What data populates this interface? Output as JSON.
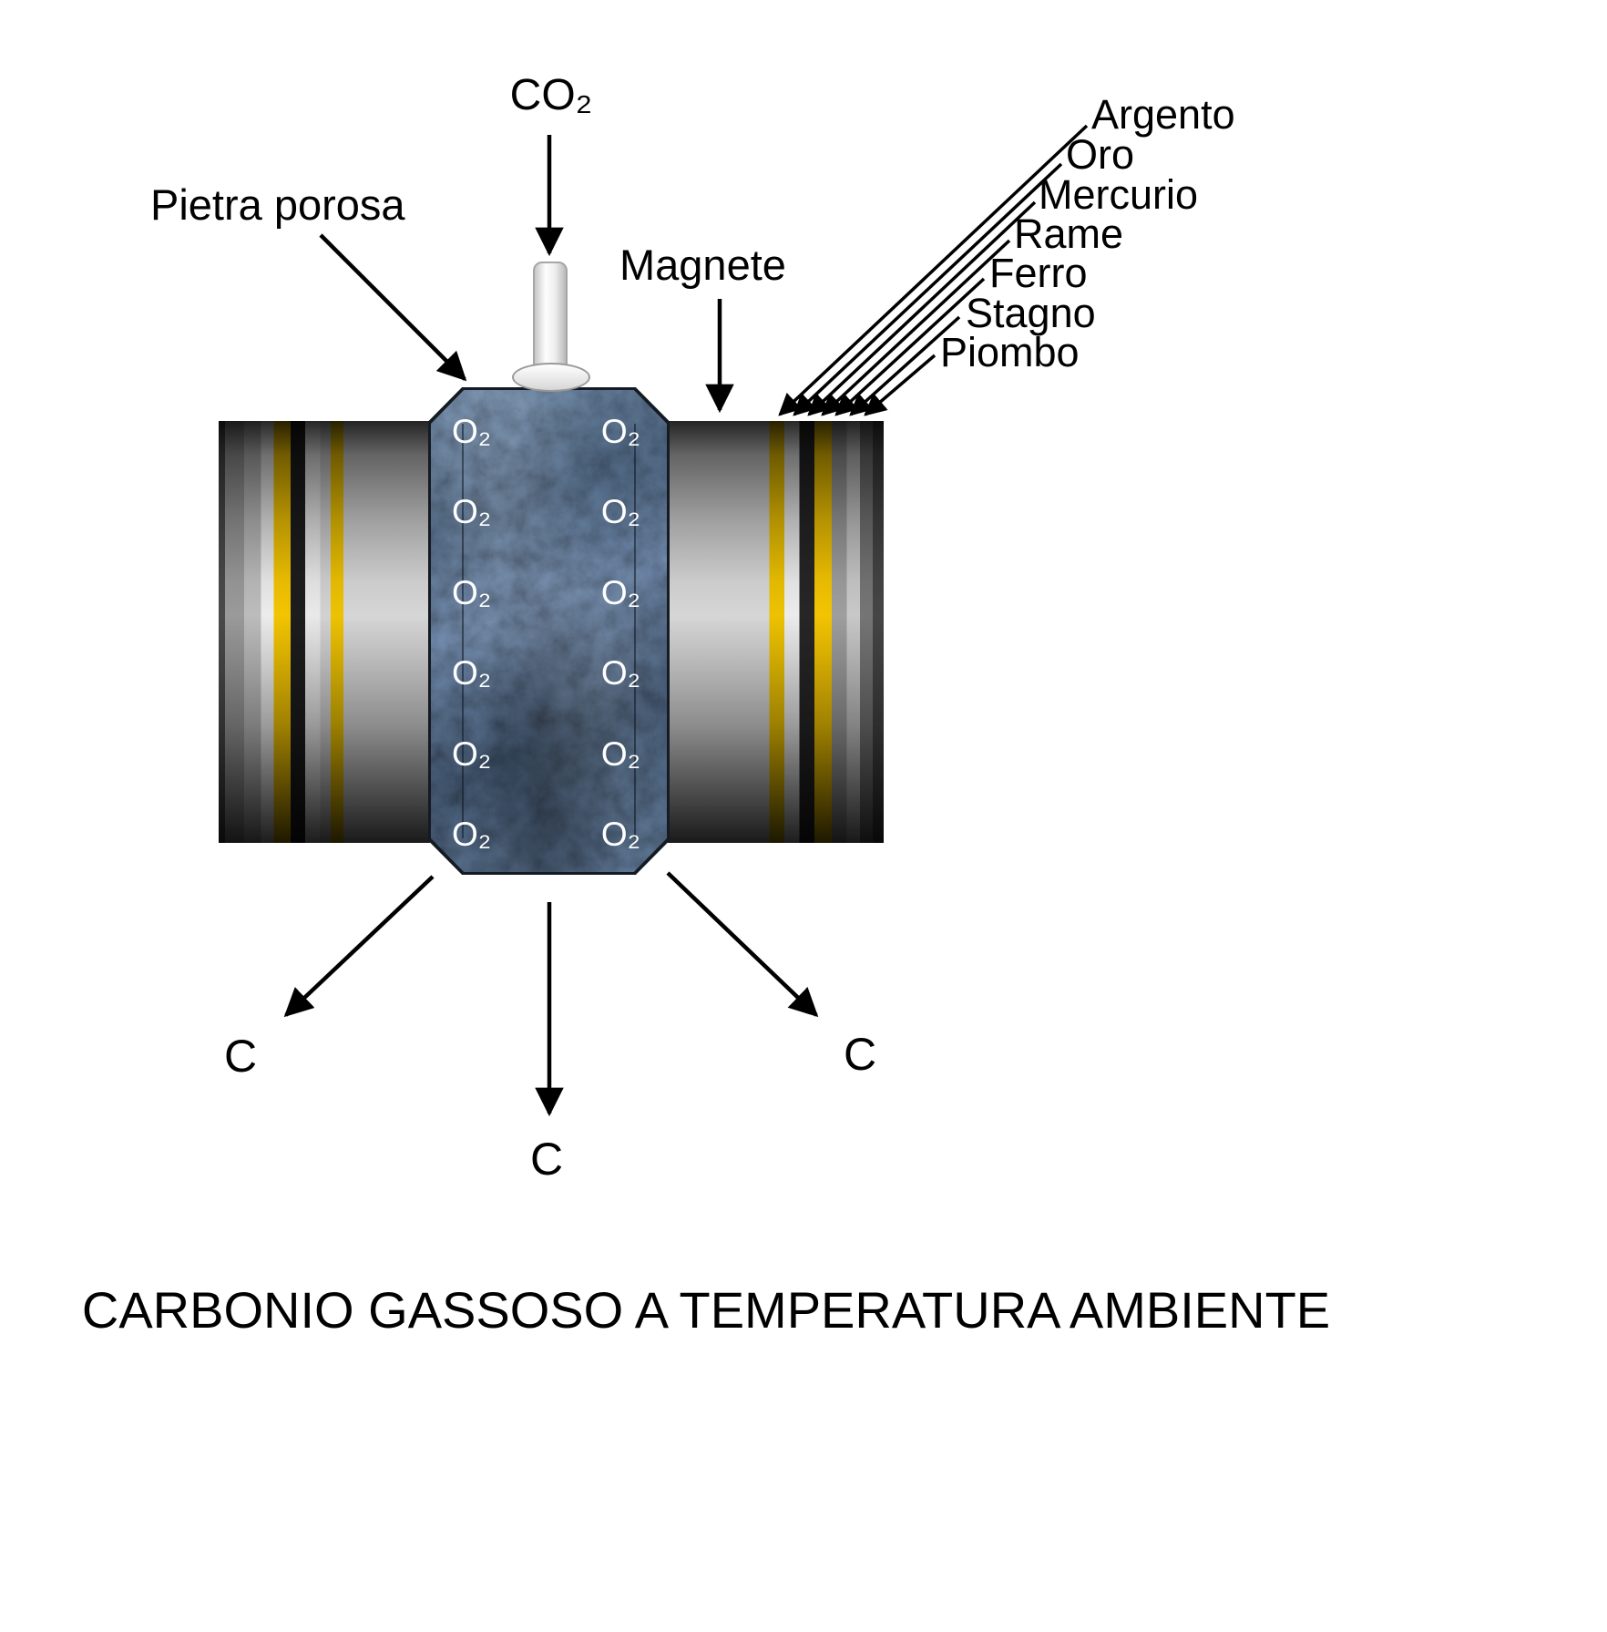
{
  "title": "CARBONIO GASSOSO A TEMPERATURA AMBIENTE",
  "labels": {
    "co2": "CO₂",
    "pietra_porosa": "Pietra porosa",
    "magnete": "Magnete",
    "carbon": "C"
  },
  "metals": [
    "Argento",
    "Oro",
    "Mercurio",
    "Rame",
    "Ferro",
    "Stagno",
    "Piombo"
  ],
  "molecule": {
    "o2": "O₂"
  },
  "colors": {
    "gold_layer": "#f3c402",
    "stone": "#41526a",
    "arrow": "#000000"
  }
}
